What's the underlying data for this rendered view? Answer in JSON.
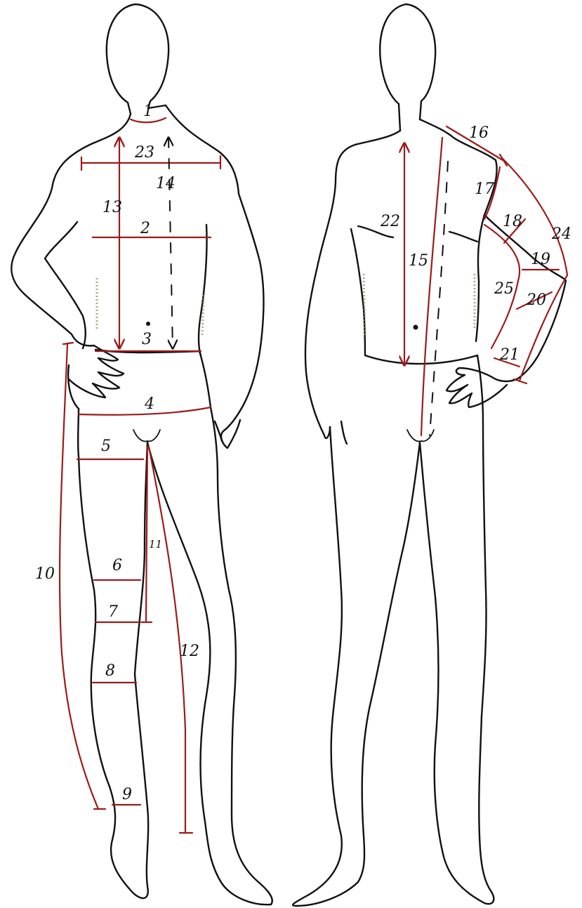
{
  "colors": {
    "measure_line": "#9b1b1b",
    "figure_outline": "#111111",
    "background": "#ffffff"
  },
  "figures": [
    {
      "name": "front-figure"
    },
    {
      "name": "rear-figure"
    }
  ],
  "measurements": {
    "m1": "1",
    "m2": "2",
    "m3": "3",
    "m4": "4",
    "m5": "5",
    "m6": "6",
    "m7": "7",
    "m8": "8",
    "m9": "9",
    "m10": "10",
    "m11": "11",
    "m12": "12",
    "m13": "13",
    "m14": "14",
    "m15": "15",
    "m16": "16",
    "m17": "17",
    "m18": "18",
    "m19": "19",
    "m20": "20",
    "m21": "21",
    "m22": "22",
    "m23": "23",
    "m24": "24",
    "m25": "25"
  }
}
